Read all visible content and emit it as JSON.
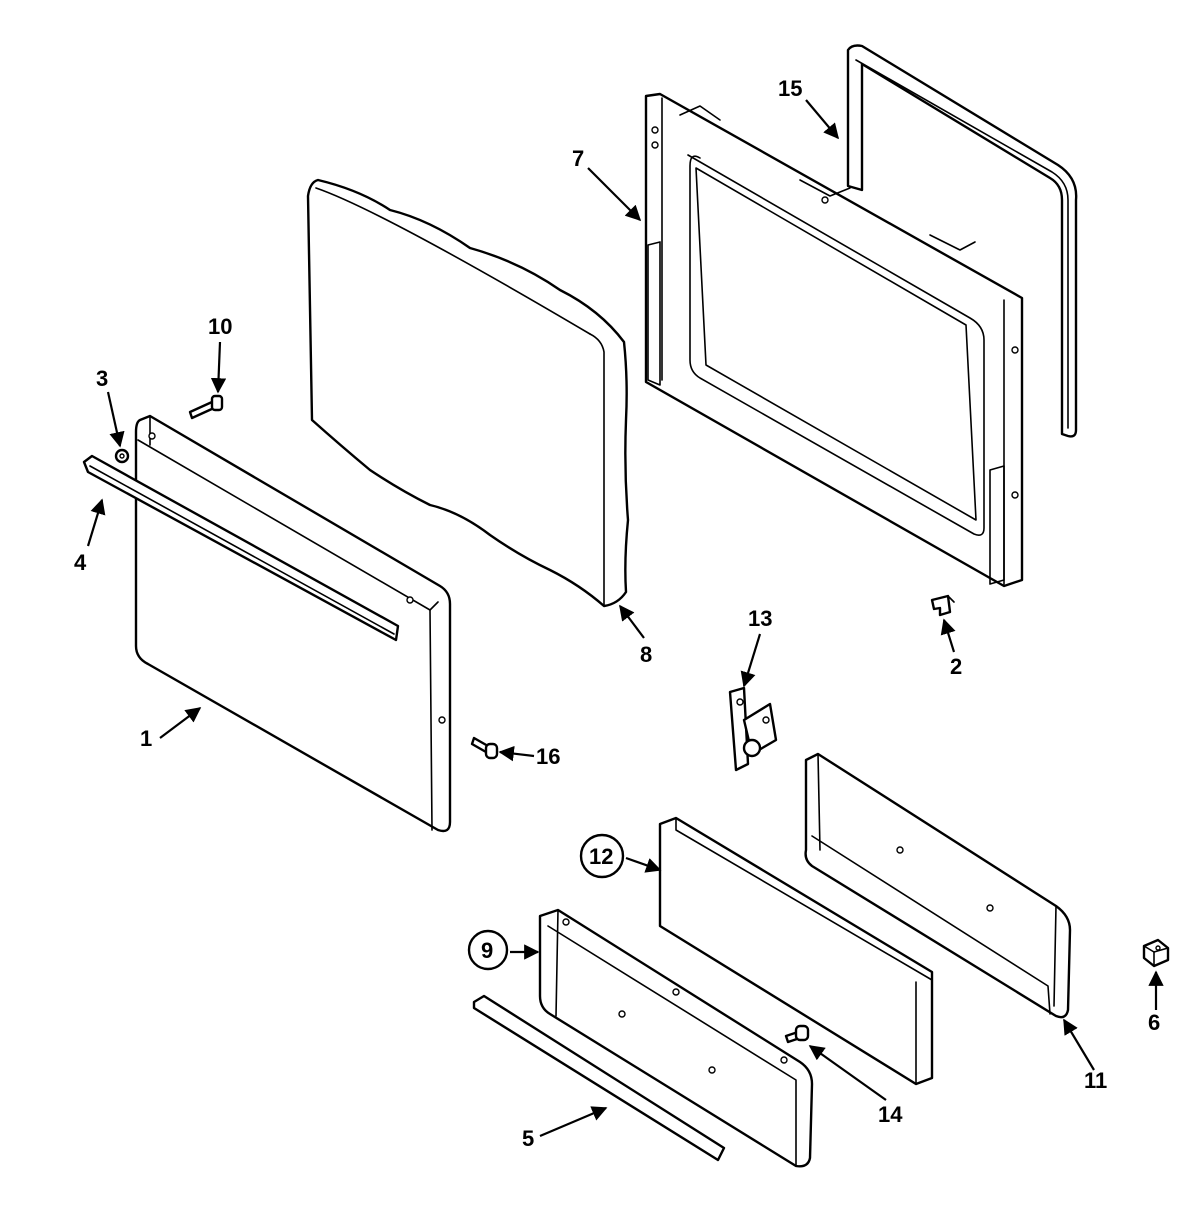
{
  "diagram": {
    "type": "exploded-parts-view",
    "callouts": [
      {
        "id": "1",
        "circled": false
      },
      {
        "id": "2",
        "circled": false
      },
      {
        "id": "3",
        "circled": false
      },
      {
        "id": "4",
        "circled": false
      },
      {
        "id": "5",
        "circled": false
      },
      {
        "id": "6",
        "circled": false
      },
      {
        "id": "7",
        "circled": false
      },
      {
        "id": "8",
        "circled": false
      },
      {
        "id": "9",
        "circled": true
      },
      {
        "id": "10",
        "circled": false
      },
      {
        "id": "11",
        "circled": false
      },
      {
        "id": "12",
        "circled": true
      },
      {
        "id": "13",
        "circled": false
      },
      {
        "id": "14",
        "circled": false
      },
      {
        "id": "15",
        "circled": false
      },
      {
        "id": "16",
        "circled": false
      }
    ]
  }
}
